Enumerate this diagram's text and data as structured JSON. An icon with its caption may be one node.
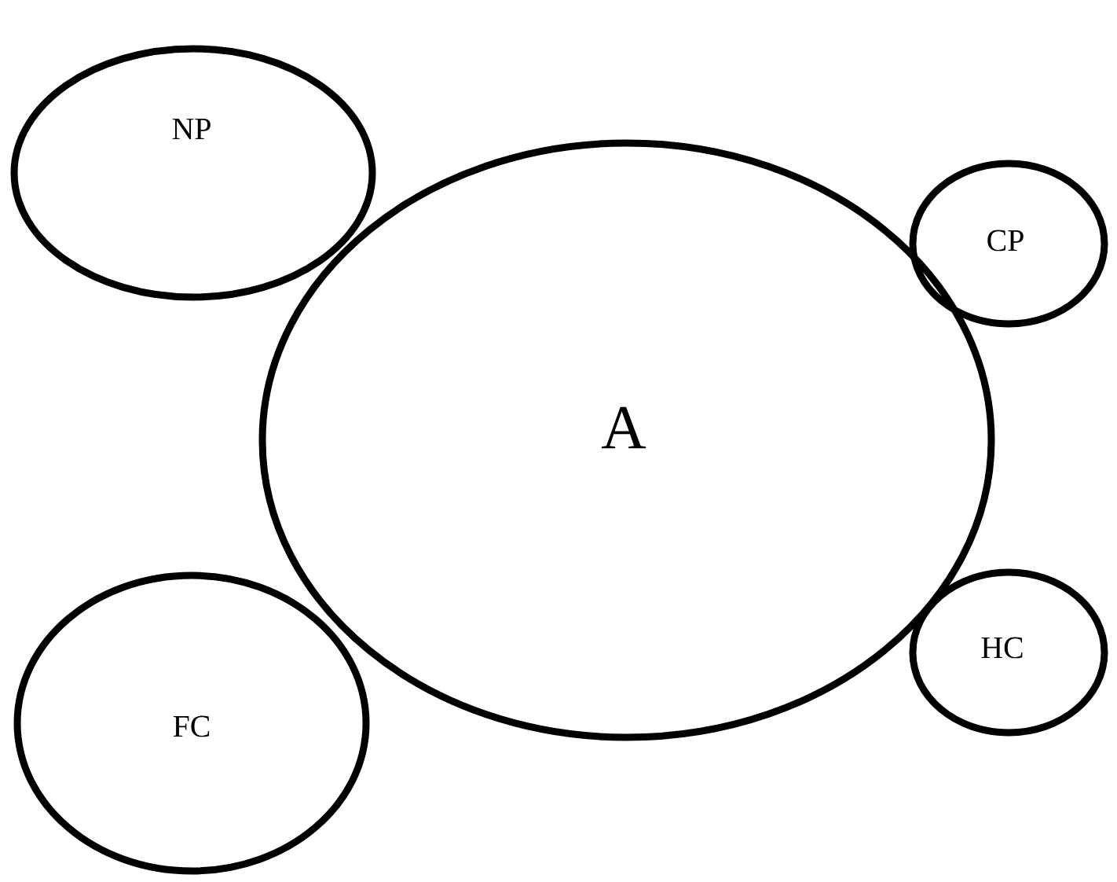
{
  "diagram": {
    "nodes": [
      {
        "text": [
          "NP"
        ]
      },
      {
        "text": [
          "CP"
        ]
      },
      {
        "text": [
          "A"
        ]
      },
      {
        "text": [
          "HC"
        ]
      },
      {
        "text": [
          "FC"
        ]
      }
    ]
  }
}
